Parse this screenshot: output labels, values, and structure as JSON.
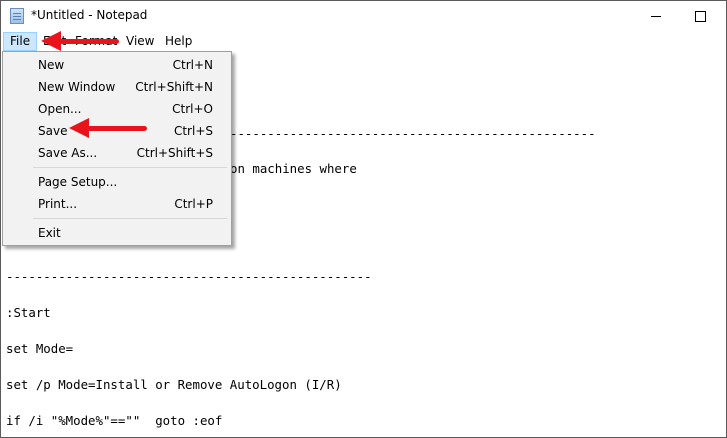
{
  "window": {
    "title": "*Untitled - Notepad",
    "menus": [
      "File",
      "Edit",
      "Format",
      "View",
      "Help"
    ]
  },
  "file_menu": {
    "items": [
      {
        "label": "New",
        "shortcut": "Ctrl+N"
      },
      {
        "label": "New Window",
        "shortcut": "Ctrl+Shift+N"
      },
      {
        "label": "Open...",
        "shortcut": "Ctrl+O"
      },
      {
        "label": "Save",
        "shortcut": "Ctrl+S"
      },
      {
        "label": "Save As...",
        "shortcut": "Ctrl+Shift+S"
      },
      {
        "label": "Page Setup...",
        "shortcut": ""
      },
      {
        "label": "Print...",
        "shortcut": "Ctrl+P"
      },
      {
        "label": "Exit",
        "shortcut": ""
      }
    ]
  },
  "editor": {
    "lines": [
      "-------------------------------------------------",
      "on machines where",
      "-------------------------------------------------",
      ":Start",
      "set Mode=",
      "set /p Mode=Install or Remove AutoLogon (I/R)",
      "if /i \"%Mode%\"==\"\"  goto :eof"
    ]
  },
  "annotations": {
    "arrow_color": "#e8141b",
    "arrows": [
      "points-to-file-menu",
      "points-to-save-item"
    ]
  }
}
